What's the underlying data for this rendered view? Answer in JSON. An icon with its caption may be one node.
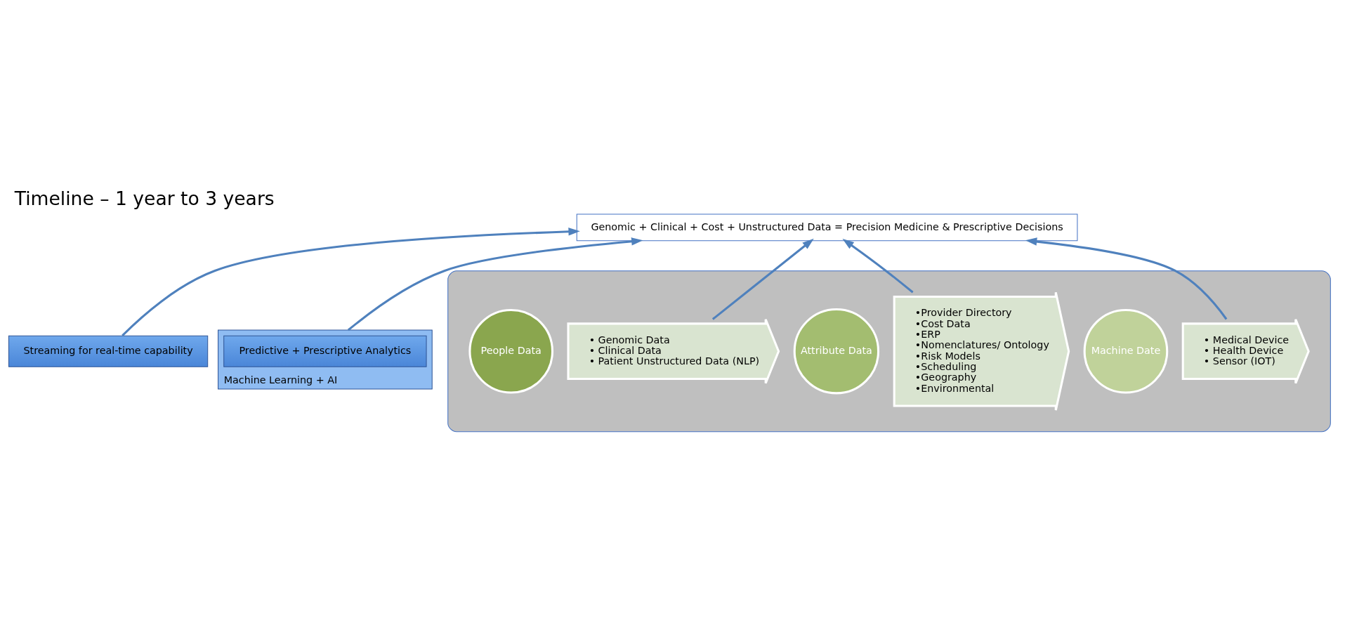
{
  "diagram": {
    "title": "Timeline – 1 year to 3 years",
    "nodes": [
      {
        "text": [
          "Genomic + Clinical + Cost + Unstructured Data = Precision Medicine & Prescriptive Decisions"
        ]
      },
      {
        "text": [
          "Streaming for real-time capability"
        ]
      },
      {
        "text": [
          "Machine Learning + AI"
        ]
      },
      {
        "text": [
          "Predictive + Prescriptive Analytics"
        ],
        "in": 2
      },
      {
        "text": [],
        "shape": "box"
      },
      {
        "text": [
          "People Data"
        ],
        "in": 4
      },
      {
        "text": [
          "• Genomic Data",
          "• Clinical Data",
          "• Patient Unstructured Data (NLP)"
        ],
        "in": 4
      },
      {
        "text": [
          "Attribute Data"
        ],
        "in": 4
      },
      {
        "text": [
          "•Provider Directory",
          "•Cost Data",
          "•ERP",
          "•Nomenclatures/ Ontology",
          "•Risk Models",
          "•Scheduling",
          "•Geography",
          "•Environmental"
        ],
        "in": 4
      },
      {
        "text": [
          "Machine Date"
        ],
        "in": 4
      },
      {
        "text": [
          "• Medical Device",
          "• Health Device",
          "• Sensor (IOT)"
        ],
        "in": 4
      }
    ],
    "edges": [
      {
        "from": 1,
        "to": 0,
        "arrow": "to"
      },
      {
        "from": 2,
        "to": 0,
        "arrow": "to"
      },
      {
        "from": 6,
        "to": 0,
        "arrow": "to"
      },
      {
        "from": 8,
        "to": 0,
        "arrow": "to"
      },
      {
        "from": 10,
        "to": 0,
        "arrow": "to"
      }
    ]
  }
}
